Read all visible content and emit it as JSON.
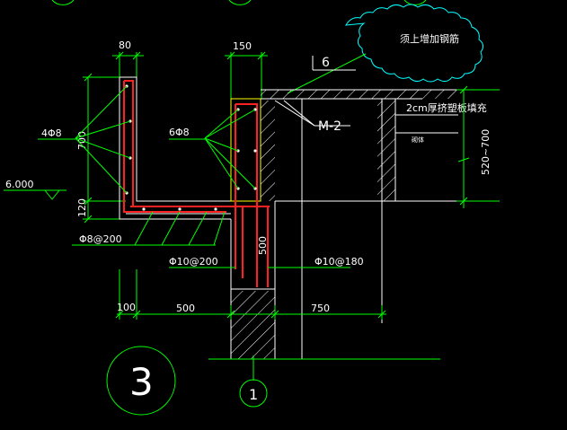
{
  "colors": {
    "background": "#000000",
    "dimension": "#00ff00",
    "outline": "#ffffff",
    "rebar": "#ff2020",
    "hatch": "#ffffff",
    "cloud": "#00ffff",
    "highlight": "#ffff00"
  },
  "dimensions": {
    "top_width_left": "80",
    "top_width_right": "150",
    "parapet_height": "700",
    "slab_thickness": "120",
    "slab_length": "500",
    "lower_length": "750",
    "drop": "500",
    "edge_offset": "100",
    "right_height": "520~700"
  },
  "labels": {
    "elevation": "6.000",
    "bars_left": "4Φ8",
    "bars_right": "6Φ8",
    "slab_bars": "Φ8@200",
    "stirrup_left": "Φ10@200",
    "stirrup_right": "Φ10@180",
    "member": "M-2",
    "section_ref": "6",
    "cloud_note": "须上增加钢筋",
    "fill_note": "2cm厚挤塑板填充",
    "small_note": "砌体"
  },
  "markers": {
    "detail_number": "3",
    "axis_number": "1"
  }
}
